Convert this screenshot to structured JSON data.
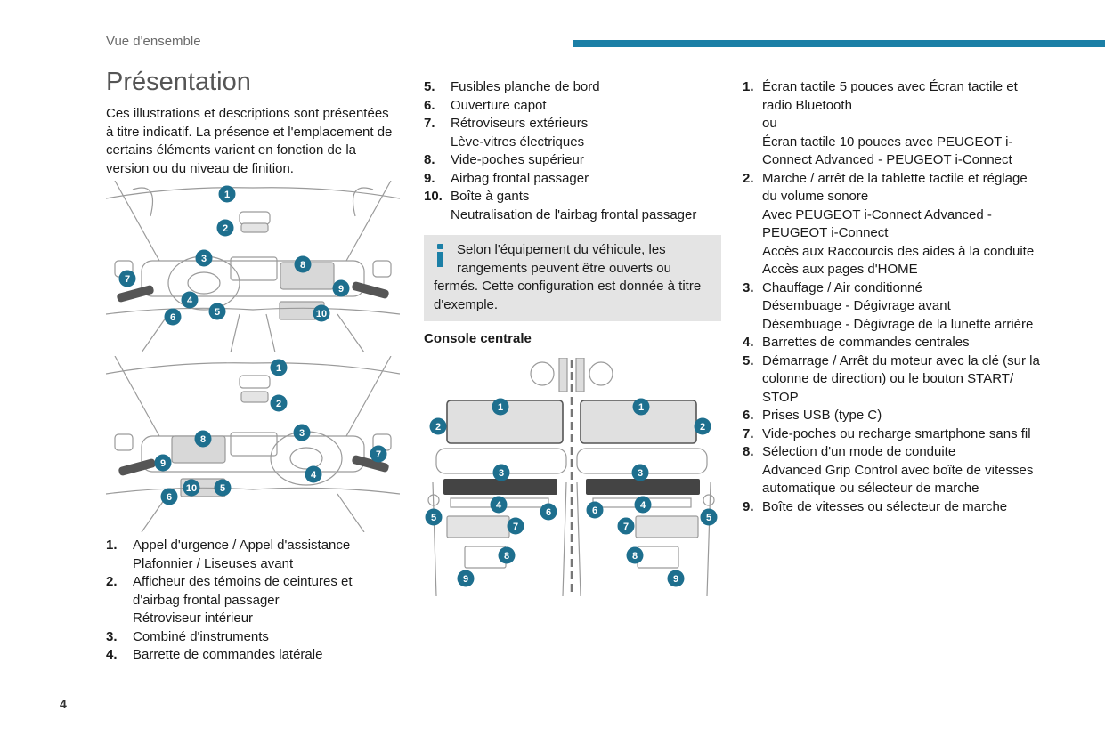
{
  "header": {
    "section": "Vue d'ensemble",
    "accent_color": "#1b7fa6"
  },
  "title": "Présentation",
  "intro": "Ces illustrations et descriptions sont présentées à titre indicatif. La présence et l'emplacement de certains éléments varient en fonction de la version ou du niveau de finition.",
  "callout_color": "#1e6f8e",
  "illustration_top": {
    "icon": "dashboard-left-hand-drive-illustration",
    "callouts": [
      "1",
      "2",
      "3",
      "4",
      "5",
      "6",
      "7",
      "8",
      "9",
      "10"
    ]
  },
  "illustration_bottom": {
    "icon": "dashboard-right-hand-drive-illustration",
    "callouts": [
      "1",
      "2",
      "3",
      "4",
      "5",
      "6",
      "7",
      "8",
      "9",
      "10"
    ]
  },
  "list_left": [
    {
      "num": "1.",
      "lines": [
        "Appel d'urgence / Appel d'assistance",
        "Plafonnier / Liseuses avant"
      ]
    },
    {
      "num": "2.",
      "lines": [
        "Afficheur des témoins de ceintures et d'airbag frontal passager",
        "Rétroviseur intérieur"
      ]
    },
    {
      "num": "3.",
      "lines": [
        "Combiné d'instruments"
      ]
    },
    {
      "num": "4.",
      "lines": [
        "Barrette de commandes latérale"
      ]
    }
  ],
  "list_mid": [
    {
      "num": "5.",
      "lines": [
        "Fusibles planche de bord"
      ]
    },
    {
      "num": "6.",
      "lines": [
        "Ouverture capot"
      ]
    },
    {
      "num": "7.",
      "lines": [
        "Rétroviseurs extérieurs",
        "Lève-vitres électriques"
      ]
    },
    {
      "num": "8.",
      "lines": [
        "Vide-poches supérieur"
      ]
    },
    {
      "num": "9.",
      "lines": [
        "Airbag frontal passager"
      ]
    },
    {
      "num": "10.",
      "lines": [
        "Boîte à gants",
        "Neutralisation de l'airbag frontal passager"
      ]
    }
  ],
  "info_box": {
    "icon": "info-icon",
    "text": "Selon l'équipement du véhicule, les rangements peuvent être ouverts ou fermés. Cette configuration est donnée à titre d'exemple."
  },
  "console_heading": "Console centrale",
  "console_illustration": {
    "icon": "center-console-illustration",
    "callouts": [
      "1",
      "2",
      "3",
      "4",
      "5",
      "6",
      "7",
      "8",
      "9"
    ]
  },
  "list_right": [
    {
      "num": "1.",
      "lines": [
        "Écran tactile 5 pouces avec Écran tactile et radio Bluetooth",
        "ou",
        "Écran tactile 10 pouces avec PEUGEOT i-Connect Advanced - PEUGEOT i-Connect"
      ]
    },
    {
      "num": "2.",
      "lines": [
        "Marche / arrêt de la tablette tactile et réglage du volume sonore",
        "Avec PEUGEOT i-Connect Advanced - PEUGEOT i-Connect",
        "Accès aux Raccourcis des aides à la conduite",
        "Accès aux pages d'HOME"
      ]
    },
    {
      "num": "3.",
      "lines": [
        "Chauffage / Air conditionné",
        "Désembuage - Dégivrage avant",
        "Désembuage - Dégivrage de la lunette arrière"
      ]
    },
    {
      "num": "4.",
      "lines": [
        "Barrettes de commandes centrales"
      ]
    },
    {
      "num": "5.",
      "lines": [
        "Démarrage / Arrêt du moteur avec la clé (sur la colonne de direction) ou le bouton START/ STOP"
      ]
    },
    {
      "num": "6.",
      "lines": [
        "Prises USB (type C)"
      ]
    },
    {
      "num": "7.",
      "lines": [
        "Vide-poches ou recharge smartphone sans fil"
      ]
    },
    {
      "num": "8.",
      "lines": [
        "Sélection d'un mode de conduite",
        "Advanced Grip Control avec boîte de vitesses automatique ou sélecteur de marche"
      ]
    },
    {
      "num": "9.",
      "lines": [
        "Boîte de vitesses ou sélecteur de marche"
      ]
    }
  ],
  "page_number": "4"
}
